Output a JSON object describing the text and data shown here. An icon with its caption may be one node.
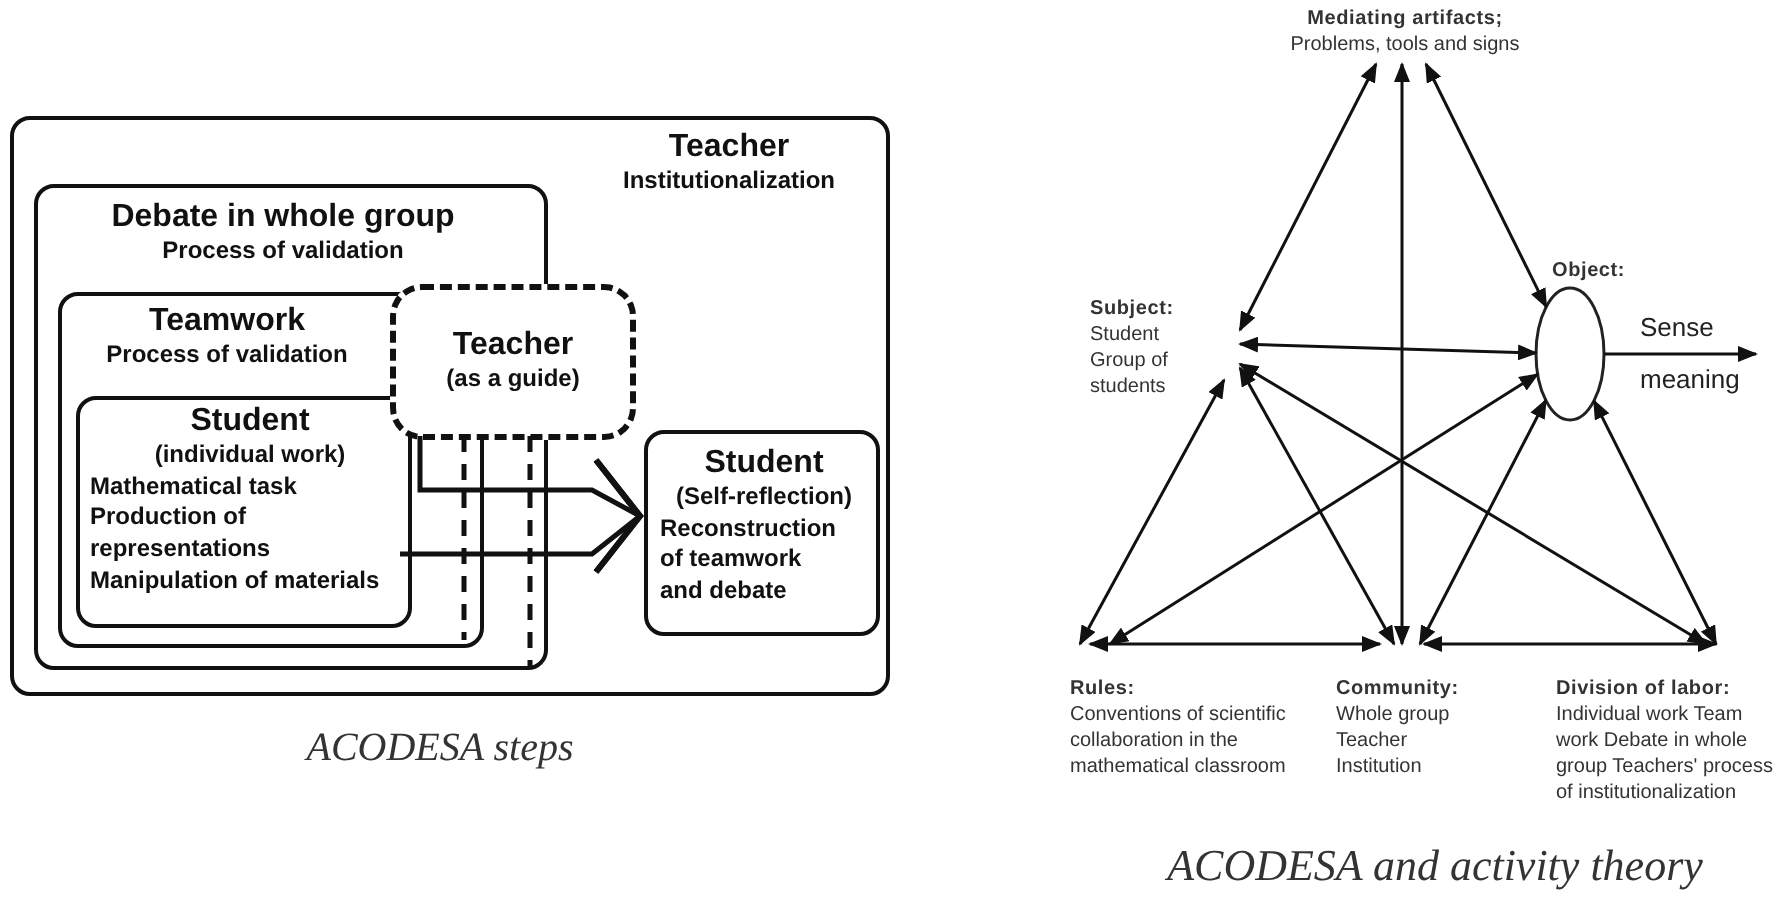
{
  "diagram": {
    "nodes": [
      {
        "text": [
          "Teacher",
          "Institutionalization"
        ]
      },
      {
        "text": [
          "Debate in whole group",
          "Process of validation"
        ],
        "in": 0
      },
      {
        "text": [
          "Teamwork",
          "Process of validation"
        ],
        "in": 1
      },
      {
        "text": [
          "Student",
          "(individual work)",
          "Mathematical task",
          "Production of representations",
          "Manipulation of materials"
        ],
        "in": 2
      },
      {
        "text": [
          "Teacher",
          "(as a guide)"
        ],
        "in": 0
      },
      {
        "text": [
          "Student",
          "(Self-reflection)",
          "Reconstruction of teamwork and debate"
        ],
        "in": 0
      },
      {
        "text": [
          "Mediating artifacts;",
          "Problems, tools and signs"
        ]
      },
      {
        "text": [
          "Subject:",
          "Student Group of students"
        ]
      },
      {
        "text": [
          "Object:"
        ]
      },
      {
        "text": [
          "Rules:",
          "Conventions of scientific collaboration in the mathematical classroom"
        ]
      },
      {
        "text": [
          "Community:",
          "Whole group Teacher Institution"
        ]
      },
      {
        "text": [
          "Division of labor:",
          "Individual work Team work Debate in whole group Teachers' process of institutionalization"
        ]
      }
    ],
    "edges": [
      {
        "from": 3,
        "to": 5,
        "arrow": "to"
      },
      {
        "from": 4,
        "to": 5,
        "arrow": "to"
      },
      {
        "from": 4,
        "to": 2,
        "arrow": "none",
        "style": "dashed"
      },
      {
        "from": 4,
        "to": 1,
        "arrow": "none",
        "style": "dashed"
      },
      {
        "from": 6,
        "to": 7,
        "arrow": "both"
      },
      {
        "from": 6,
        "to": 8,
        "arrow": "both"
      },
      {
        "from": 7,
        "to": 8,
        "arrow": "both"
      },
      {
        "from": 10,
        "to": 6,
        "arrow": "both"
      },
      {
        "from": 9,
        "to": 7,
        "arrow": "both"
      },
      {
        "from": 7,
        "to": 10,
        "arrow": "both"
      },
      {
        "from": 7,
        "to": 11,
        "arrow": "both"
      },
      {
        "from": 9,
        "to": 8,
        "arrow": "both"
      },
      {
        "from": 10,
        "to": 8,
        "arrow": "both"
      },
      {
        "from": 11,
        "to": 8,
        "arrow": "both"
      },
      {
        "from": 9,
        "to": 10,
        "arrow": "both"
      },
      {
        "from": 10,
        "to": 11,
        "arrow": "both"
      },
      {
        "from": 8,
        "to": null,
        "arrow": "to",
        "label": "Sense meaning"
      }
    ],
    "labels": [
      "ACODESA steps",
      "ACODESA and activity theory"
    ]
  }
}
